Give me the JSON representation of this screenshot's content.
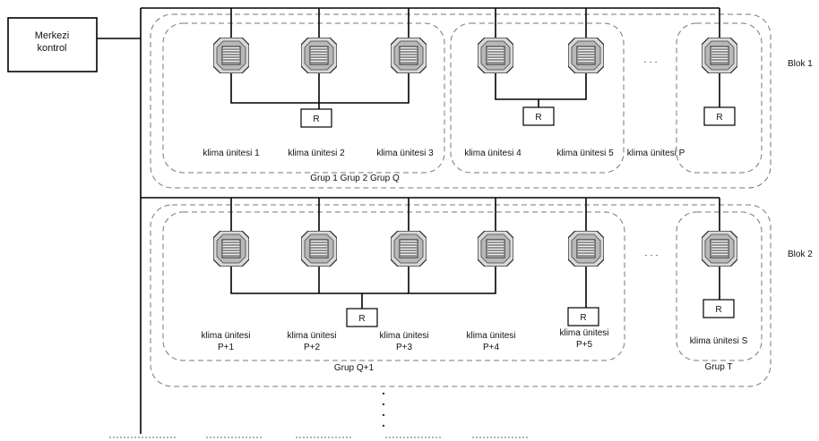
{
  "central_control": {
    "line1": "Merkezi",
    "line2": "kontrol"
  },
  "blocks": [
    {
      "label": "Blok 1",
      "units": [
        {
          "label": "klima ünitesi 1"
        },
        {
          "label": "klima ünitesi 2"
        },
        {
          "label": "klima ünitesi 3"
        },
        {
          "label": "klima ünitesi 4"
        },
        {
          "label": "klima ünitesi 5"
        },
        {
          "label": "klima ünitesi P"
        }
      ],
      "group_caption": "Grup 1 Grup 2 Grup Q"
    },
    {
      "label": "Blok 2",
      "units": [
        {
          "line1": "klima ünitesi",
          "line2": "P+1"
        },
        {
          "line1": "klima ünitesi",
          "line2": "P+2"
        },
        {
          "line1": "klima ünitesi",
          "line2": "P+3"
        },
        {
          "line1": "klima ünitesi",
          "line2": "P+4"
        },
        {
          "line1": "klima ünitesi",
          "line2": "P+5"
        },
        {
          "label": "klima ünitesi S"
        }
      ],
      "group_main": "Grup Q+1",
      "group_t": "Grup T"
    }
  ],
  "remote_label": "R",
  "ellipsis": "· · ·"
}
